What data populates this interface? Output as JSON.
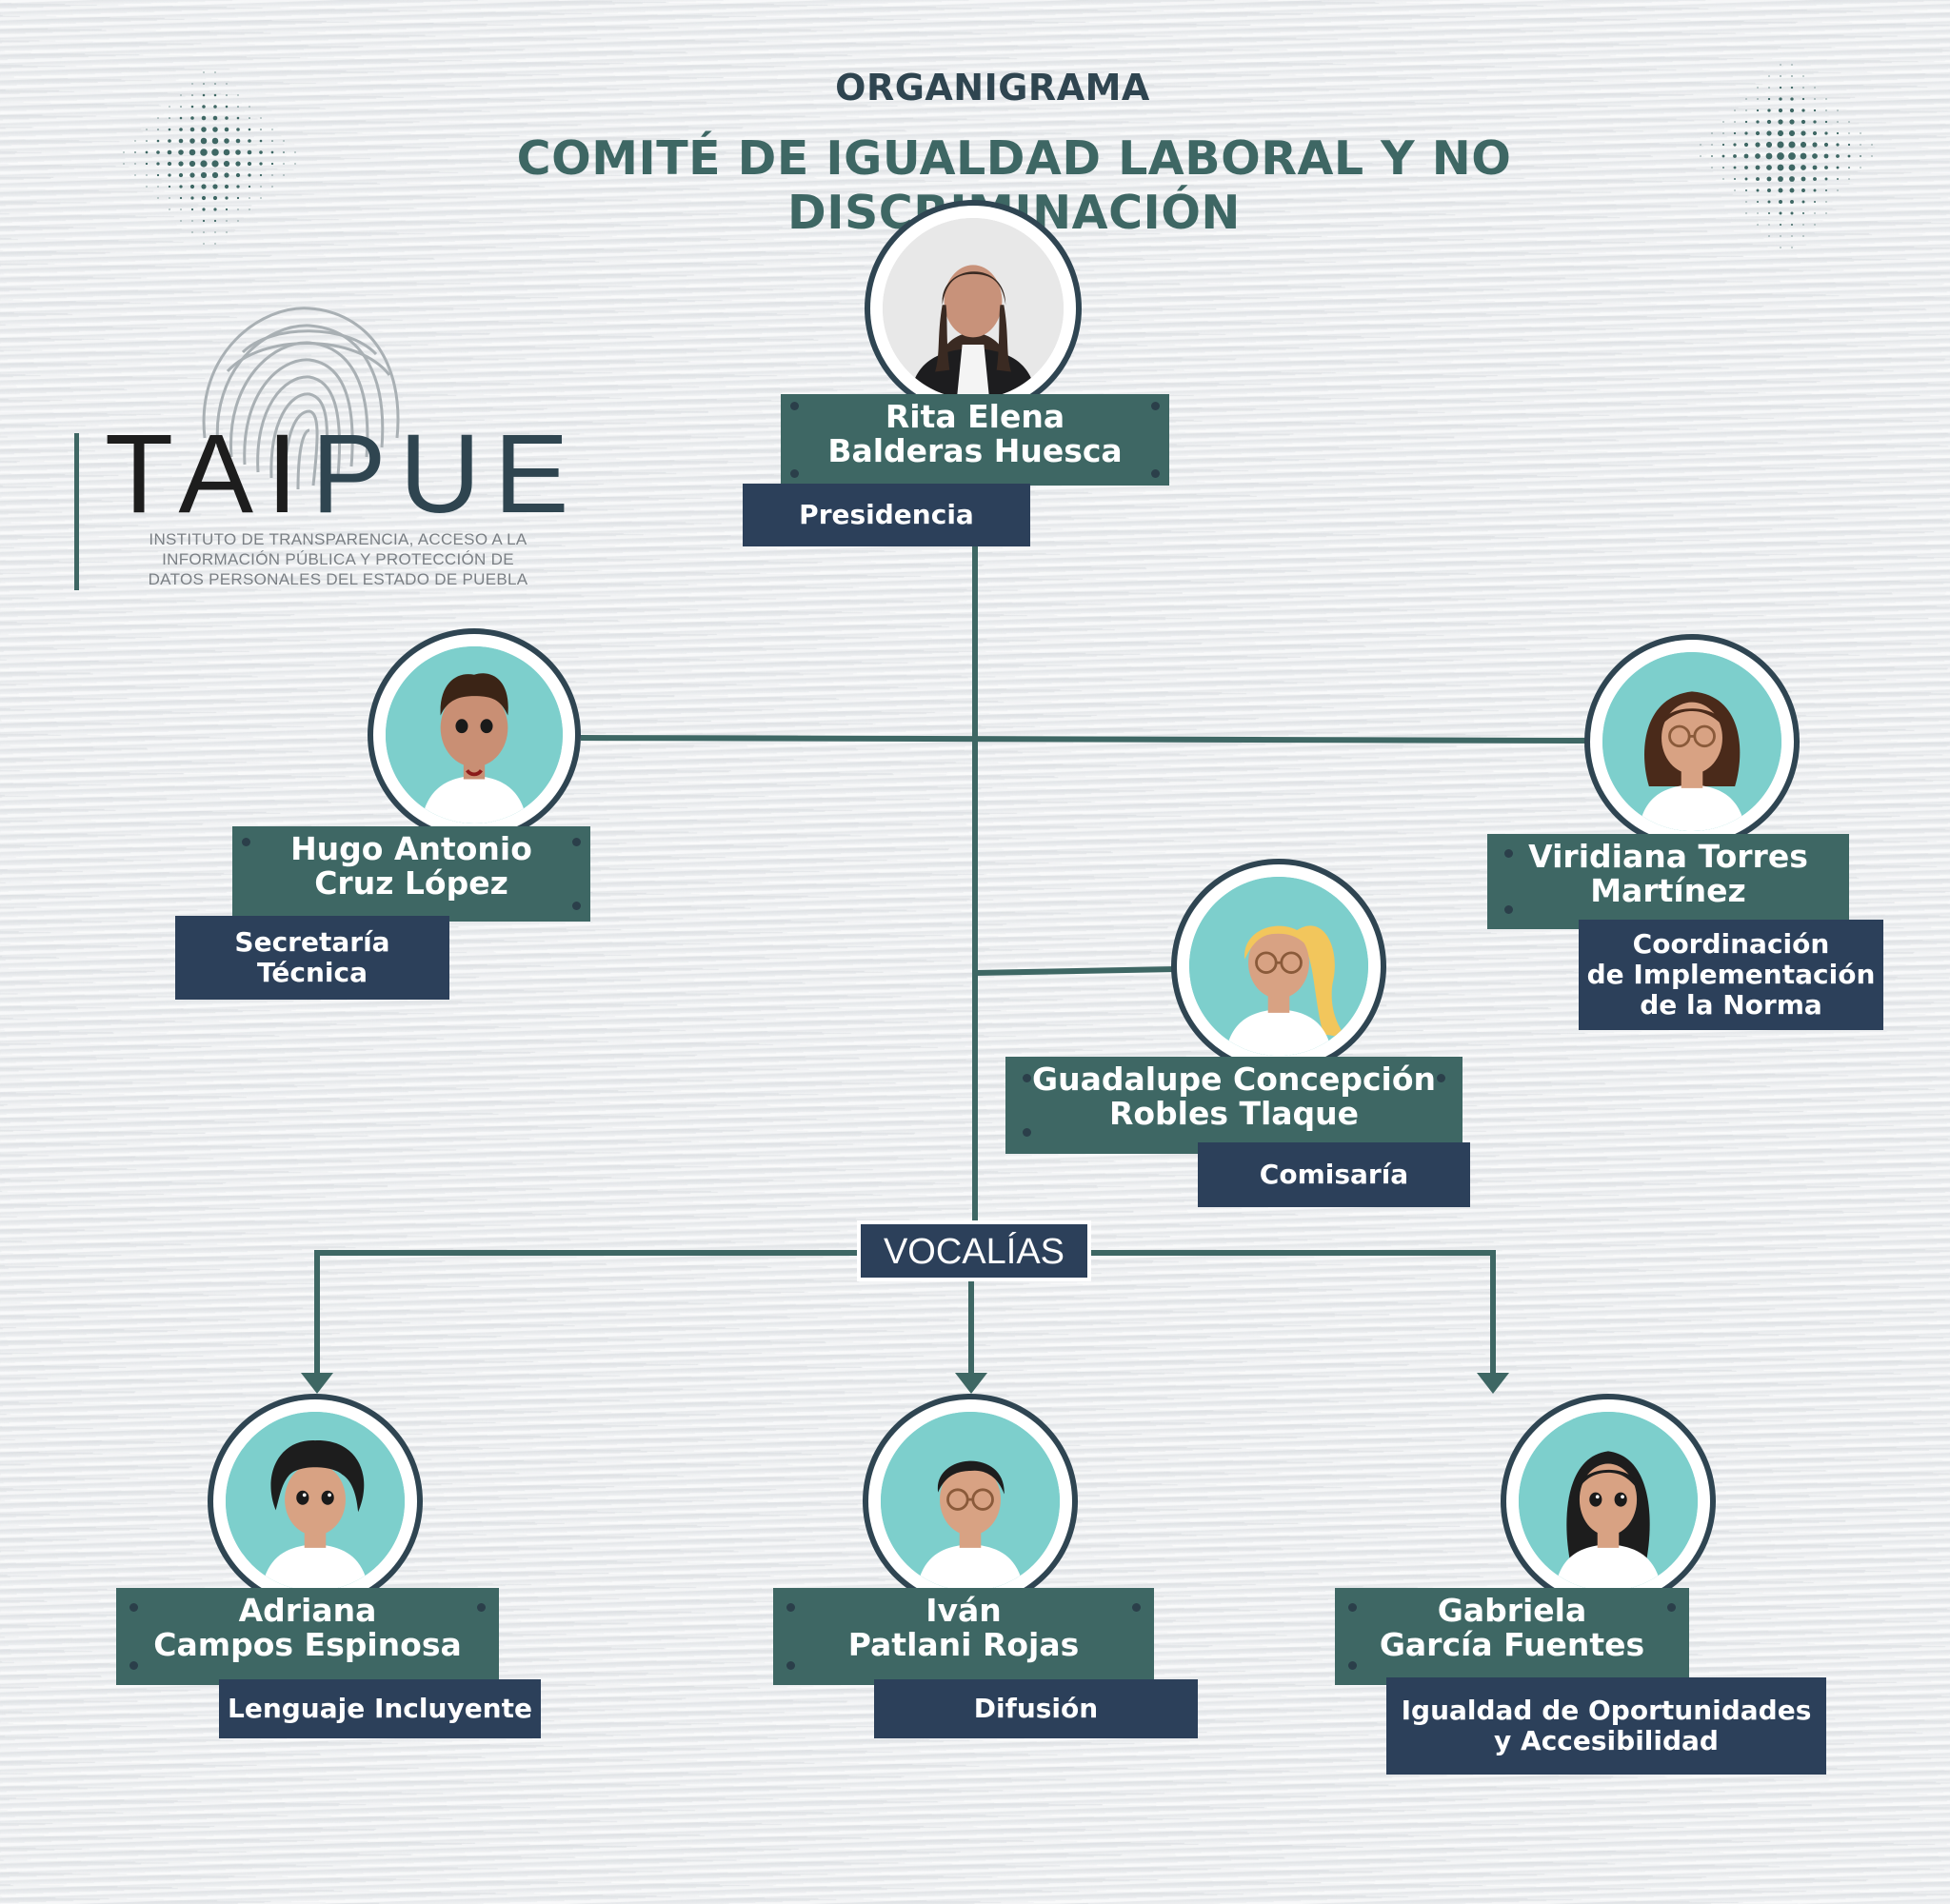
{
  "header": {
    "subtitle": "ORGANIGRAMA",
    "title": "COMITÉ DE IGUALDAD LABORAL Y NO DISCRIMINACIÓN"
  },
  "logo": {
    "letters_left": "TAI",
    "letters_right": "PUE",
    "tagline": [
      "INSTITUTO DE TRANSPARENCIA, ACCESO A LA",
      "INFORMACIÓN PÚBLICA Y PROTECCIÓN DE",
      "DATOS PERSONALES DEL ESTADO DE PUEBLA"
    ],
    "icon": "fingerprint-icon"
  },
  "members": {
    "presidencia": {
      "name": [
        "Rita Elena",
        "Balderas Huesca"
      ],
      "role": [
        "Presidencia"
      ],
      "avatar": "photo"
    },
    "secretaria": {
      "name": [
        "Hugo Antonio",
        "Cruz López"
      ],
      "role": [
        "Secretaría",
        "Técnica"
      ],
      "avatar": "cartoon-man"
    },
    "coordinacion": {
      "name": [
        "Viridiana Torres",
        "Martínez"
      ],
      "role": [
        "Coordinación",
        "de Implementación",
        "de la Norma"
      ],
      "avatar": "cartoon-woman-curly"
    },
    "comisaria": {
      "name": [
        "Guadalupe Concepción",
        "Robles Tlaque"
      ],
      "role": [
        "Comisaría"
      ],
      "avatar": "cartoon-woman-blonde"
    },
    "vocal1": {
      "name": [
        "Adriana",
        "Campos Espinosa"
      ],
      "role": [
        "Lenguaje Incluyente"
      ],
      "avatar": "cartoon-woman-wavy"
    },
    "vocal2": {
      "name": [
        "Iván",
        "Patlani Rojas"
      ],
      "role": [
        "Difusión"
      ],
      "avatar": "cartoon-person-glasses"
    },
    "vocal3": {
      "name": [
        "Gabriela",
        "García Fuentes"
      ],
      "role": [
        "Igualdad de Oportunidades",
        "y Accesibilidad"
      ],
      "avatar": "cartoon-woman-long-hair"
    }
  },
  "vocalias_label": "VOCALÍAS",
  "colors": {
    "teal_box": "#3e6764",
    "navy_box": "#2c405a",
    "avatar_bg": "#7dcfcc",
    "line": "#3e6764",
    "title": "#3e6764"
  }
}
